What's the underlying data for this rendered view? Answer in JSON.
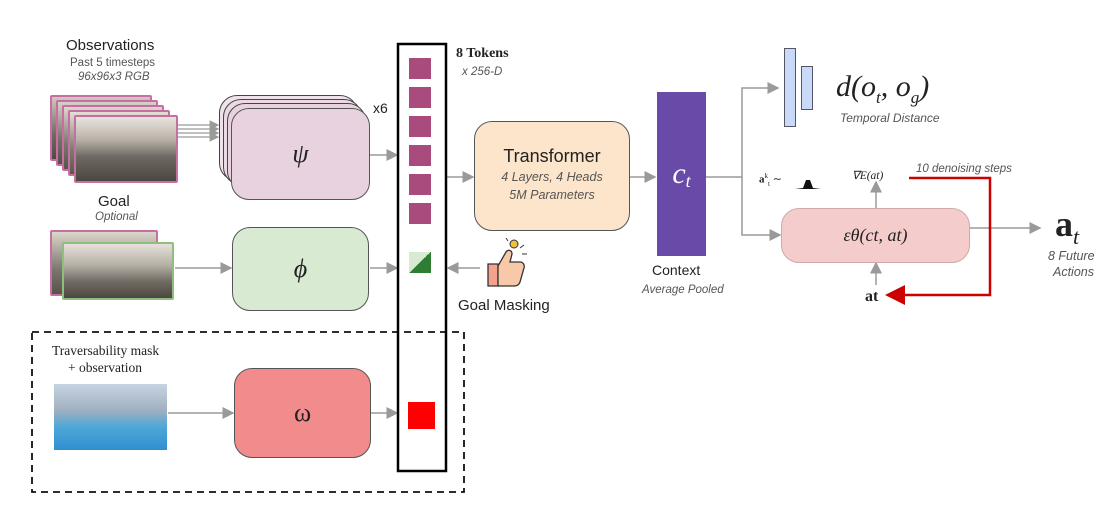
{
  "observations": {
    "title": "Observations",
    "subtitle": "Past 5 timesteps",
    "resolution": "96x96x3 RGB",
    "encoder_symbol": "ψ",
    "multiplier": "x6"
  },
  "goal": {
    "title": "Goal",
    "subtitle": "Optional",
    "encoder_symbol": "ϕ"
  },
  "traversability": {
    "title_line1": "Traversability mask",
    "title_line2": "+ observation",
    "encoder_symbol": "ω"
  },
  "tokens": {
    "title": "8 Tokens",
    "subtitle": "x 256-D"
  },
  "goal_masking": {
    "label": "Goal Masking"
  },
  "transformer": {
    "title": "Transformer",
    "line1": "4 Layers, 4 Heads",
    "line2": "5M Parameters"
  },
  "context": {
    "symbol": "c",
    "symbol_sub": "t",
    "label": "Context",
    "sublabel": "Average Pooled"
  },
  "temporal_distance": {
    "formula": "d(o",
    "formula_rest": ", o",
    "formula_close": ")",
    "sub_t": "t",
    "sub_g": "g",
    "label": "Temporal Distance"
  },
  "diffusion": {
    "formula": "εθ(ct, at)",
    "gradient_label": "∇E(at)",
    "steps_label": "10 denoising steps",
    "noise_label": "a",
    "input_label": "at"
  },
  "output": {
    "symbol": "a",
    "symbol_sub": "t",
    "label_line1": "8 Future",
    "label_line2": "Actions"
  },
  "colors": {
    "psi": "#e9d2e0",
    "phi": "#d9ead3",
    "omega": "#f28b8b",
    "transformer": "#fde5cc",
    "context": "#6a4aa8",
    "diffusion": "#f4cccc",
    "token": "#a94c7d",
    "omega_token": "#ff0000",
    "goal_token_green": "#2e7d32",
    "distance_bars": "#c9daf8",
    "red_arrow": "#cc0000"
  }
}
